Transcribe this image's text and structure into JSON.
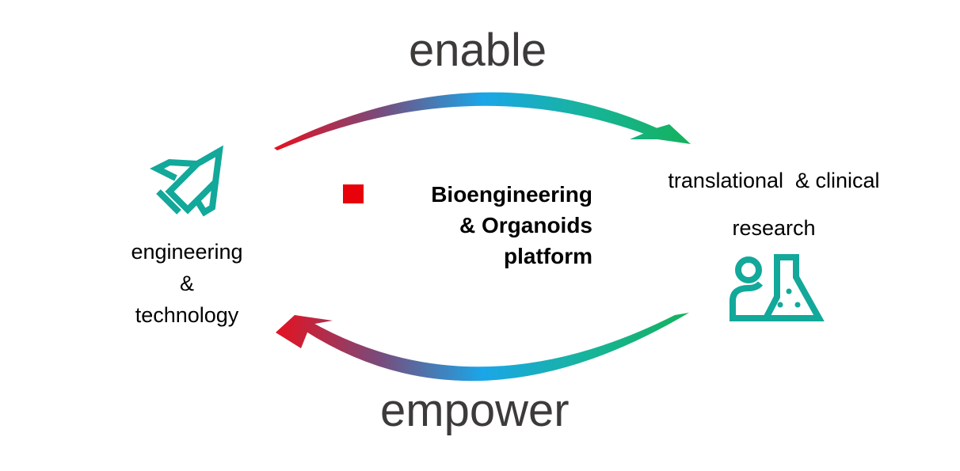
{
  "top_label": "enable",
  "bottom_label": "empower",
  "left_node": {
    "line1": "engineering",
    "line2": "&",
    "line3": "technology",
    "icon": "rocket-icon"
  },
  "right_node": {
    "line1": "translational  & clinical",
    "line2": "research",
    "icon": "researcher-flask-icon"
  },
  "center": {
    "line1": "Bioengineering",
    "line2": "& Organoids",
    "line3": "platform",
    "bullet_color": "#e8000b"
  },
  "colors": {
    "icon": "#12a89a",
    "arrow_start": "#e8101e",
    "arrow_mid": "#1aa6e8",
    "arrow_end": "#14b15a",
    "text": "#3d3a3a"
  }
}
